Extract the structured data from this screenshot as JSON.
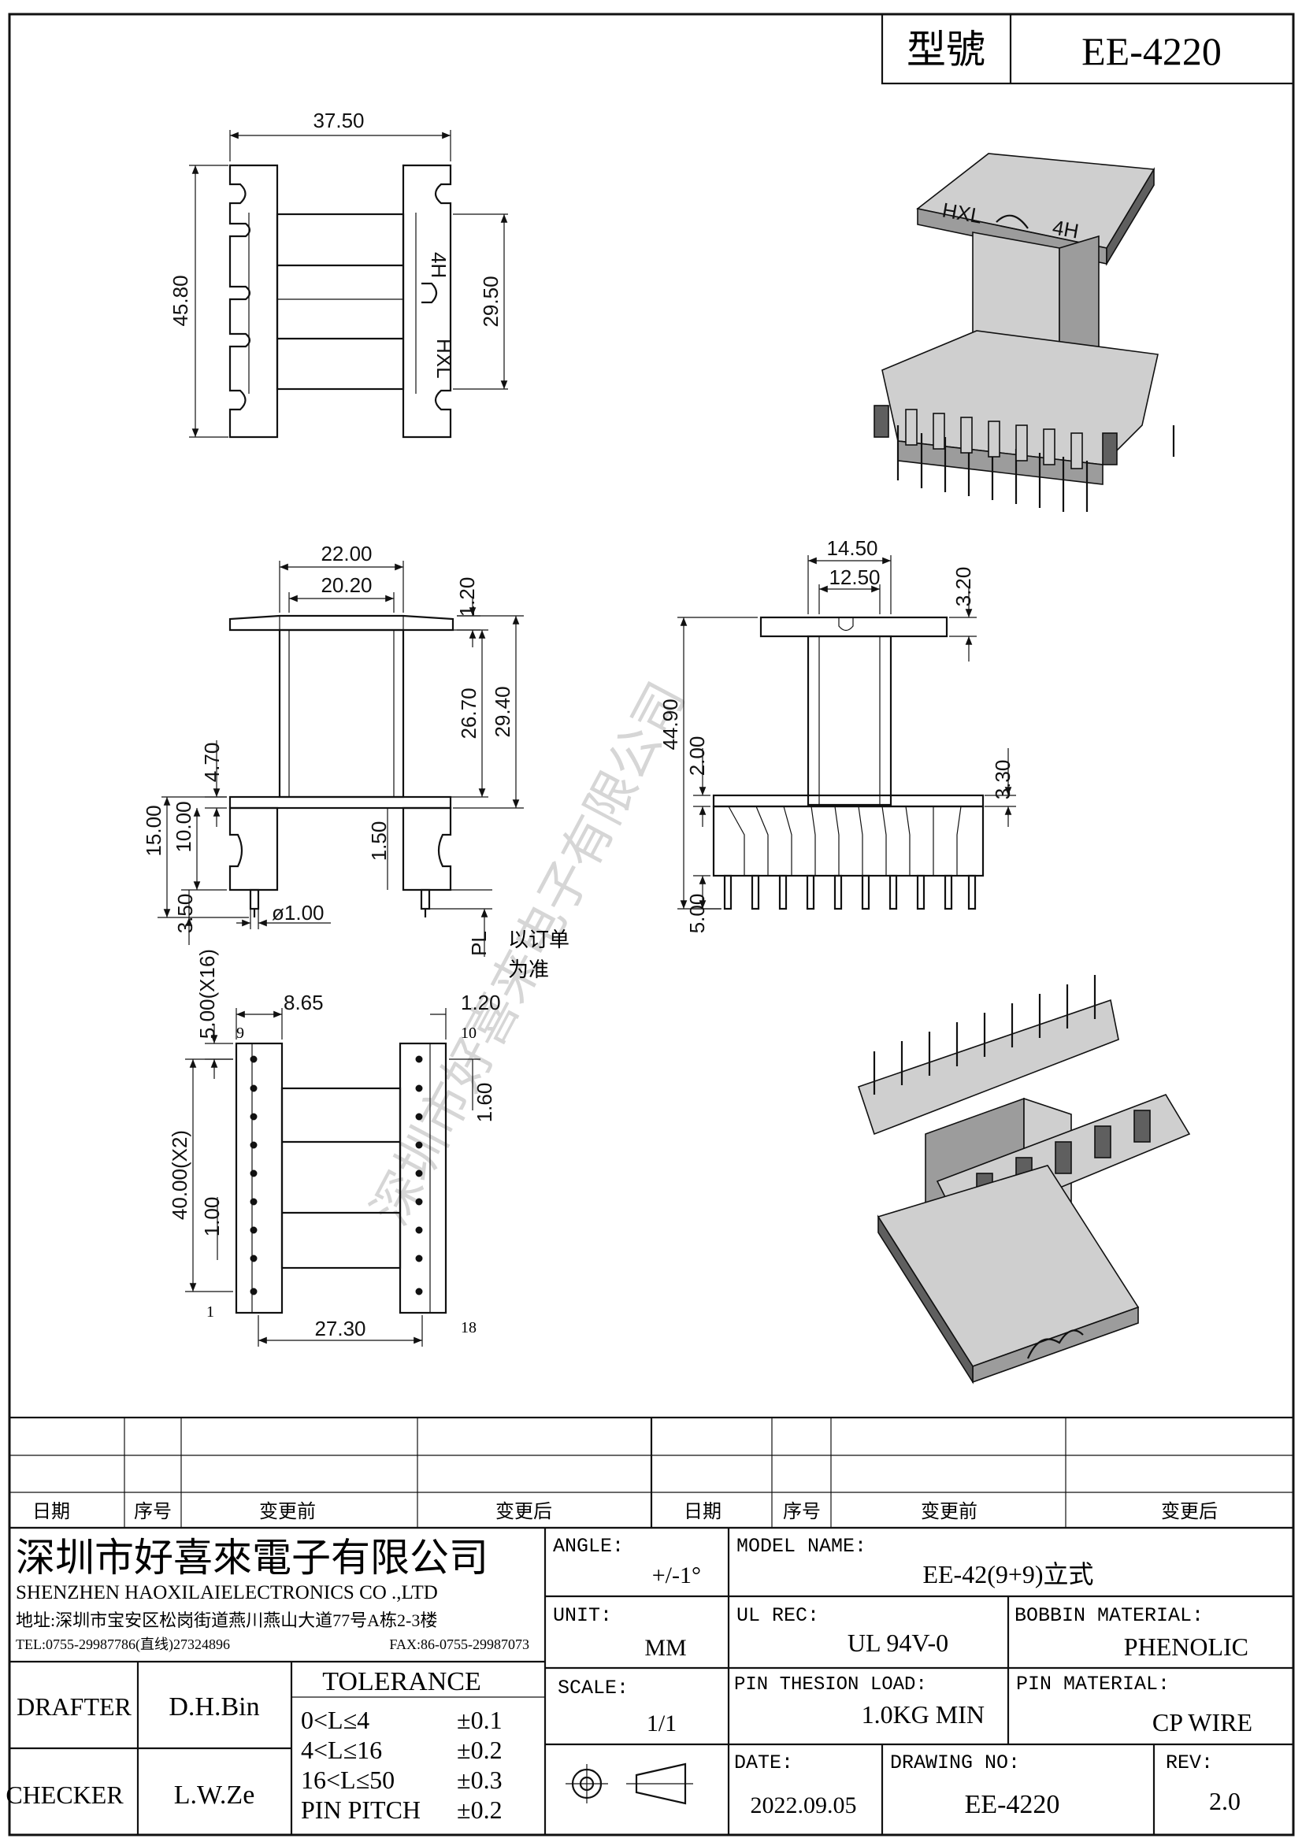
{
  "title_block": {
    "model_label": "型號",
    "model_value": "EE-4220"
  },
  "watermark": "深圳市好喜来电子有限公司",
  "dimensions": {
    "A": "37.50",
    "B": "45.80",
    "C": "29.50",
    "D": "22.00",
    "E": "20.20",
    "t1": "1.20",
    "F": "26.70",
    "G": "29.40",
    "J": "4.70",
    "H": "15.00",
    "I": "10.00",
    "t2": "1.50",
    "t3": "3.50",
    "K": "ø1.00",
    "PL": "PL",
    "O": "14.50",
    "P": "12.50",
    "t4": "3.20",
    "Q": "44.90",
    "t5": "2.00",
    "t6": "3.30",
    "t7": "5.00",
    "M": "5.00(X16)",
    "L": "8.65",
    "t8": "1.20",
    "t9": "1.60",
    "t10": "40.00(X2)",
    "t11": "1.00",
    "N": "27.30",
    "pin1": "1",
    "pin9": "9",
    "pin10": "10",
    "pin18": "18",
    "marking_a": "HXL",
    "marking_b": "4H"
  },
  "note": [
    "以订单",
    "为准"
  ],
  "revision_table": {
    "headers": [
      "日期",
      "序号",
      "变更前",
      "变更后",
      "日期",
      "序号",
      "变更前",
      "变更后"
    ]
  },
  "company": {
    "name_cn": "深圳市好喜來電子有限公司",
    "name_en": "SHENZHEN HAOXILAIELECTRONICS CO .,LTD",
    "address": "地址:深圳市宝安区松岗街道燕川燕山大道77号A栋2-3楼",
    "tel": "TEL:0755-29987786(直线)27324896",
    "fax": "FAX:86-0755-29987073"
  },
  "info": {
    "angle_label": "ANGLE:",
    "angle_value": "+/-1°",
    "model_name_label": "MODEL NAME:",
    "model_name_value": "EE-42(9+9)立式",
    "unit_label": "UNIT:",
    "unit_value": "MM",
    "ul_label": "UL REC:",
    "ul_value": "UL 94V-0",
    "bobbin_label": "BOBBIN MATERIAL:",
    "bobbin_value": "PHENOLIC",
    "scale_label": "SCALE:",
    "scale_value": "1/1",
    "pin_tension_label": "PIN THESION LOAD:",
    "pin_tension_value": "1.0KG MIN",
    "pin_material_label": "PIN MATERIAL:",
    "pin_material_value": "CP  WIRE",
    "date_label": "DATE:",
    "date_value": "2022.09.05",
    "drawing_no_label": "DRAWING NO:",
    "drawing_no_value": "EE-4220",
    "rev_label": "REV:",
    "rev_value": "2.0"
  },
  "people": {
    "drafter_label": "DRAFTER",
    "drafter_value": "D.H.Bin",
    "checker_label": "CHECKER",
    "checker_value": "L.W.Ze"
  },
  "tolerance": {
    "title": "TOLERANCE",
    "rows": [
      {
        "range": "0<L≤4",
        "value": "±0.1"
      },
      {
        "range": "4<L≤16",
        "value": "±0.2"
      },
      {
        "range": "16<L≤50",
        "value": "±0.3"
      },
      {
        "range": "PIN PITCH",
        "value": "±0.2"
      }
    ]
  }
}
